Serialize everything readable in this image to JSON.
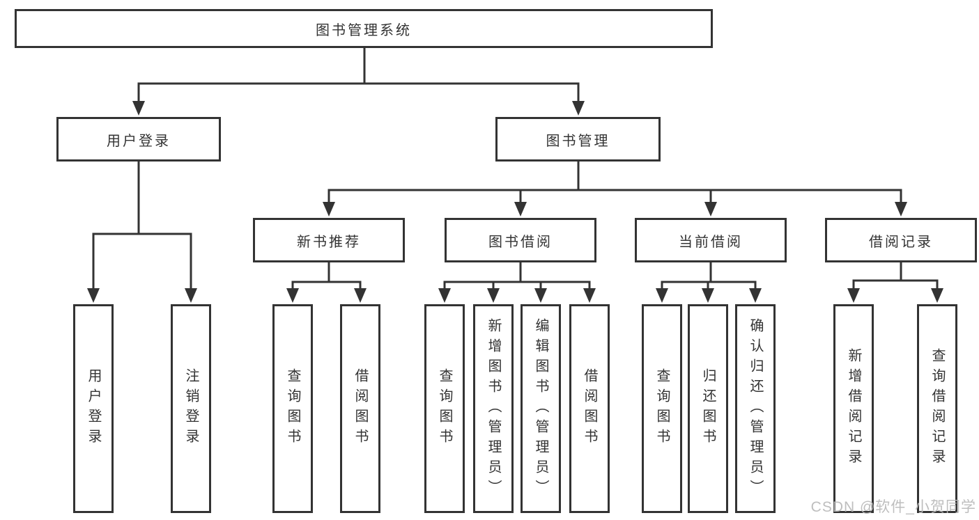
{
  "colors": {
    "line": "#333333",
    "text": "#333333",
    "watermark": "#b9b9b9",
    "background": "#ffffff"
  },
  "watermark": {
    "text": "CSDN @软件_小贺同学"
  },
  "tree": {
    "root": {
      "label": "图书管理系统",
      "children": [
        {
          "label": "用户登录",
          "children": [
            {
              "label": "用户登录"
            },
            {
              "label": "注销登录"
            }
          ]
        },
        {
          "label": "图书管理",
          "children": [
            {
              "label": "新书推荐",
              "children": [
                {
                  "label": "查询图书"
                },
                {
                  "label": "借阅图书"
                }
              ]
            },
            {
              "label": "图书借阅",
              "children": [
                {
                  "label": "查询图书"
                },
                {
                  "label": "新增图书（管理员）"
                },
                {
                  "label": "编辑图书（管理员）"
                },
                {
                  "label": "借阅图书"
                }
              ]
            },
            {
              "label": "当前借阅",
              "children": [
                {
                  "label": "查询图书"
                },
                {
                  "label": "归还图书"
                },
                {
                  "label": "确认归还（管理员）"
                }
              ]
            },
            {
              "label": "借阅记录",
              "children": [
                {
                  "label": "新增借阅记录"
                },
                {
                  "label": "查询借阅记录"
                }
              ]
            }
          ]
        }
      ]
    }
  }
}
